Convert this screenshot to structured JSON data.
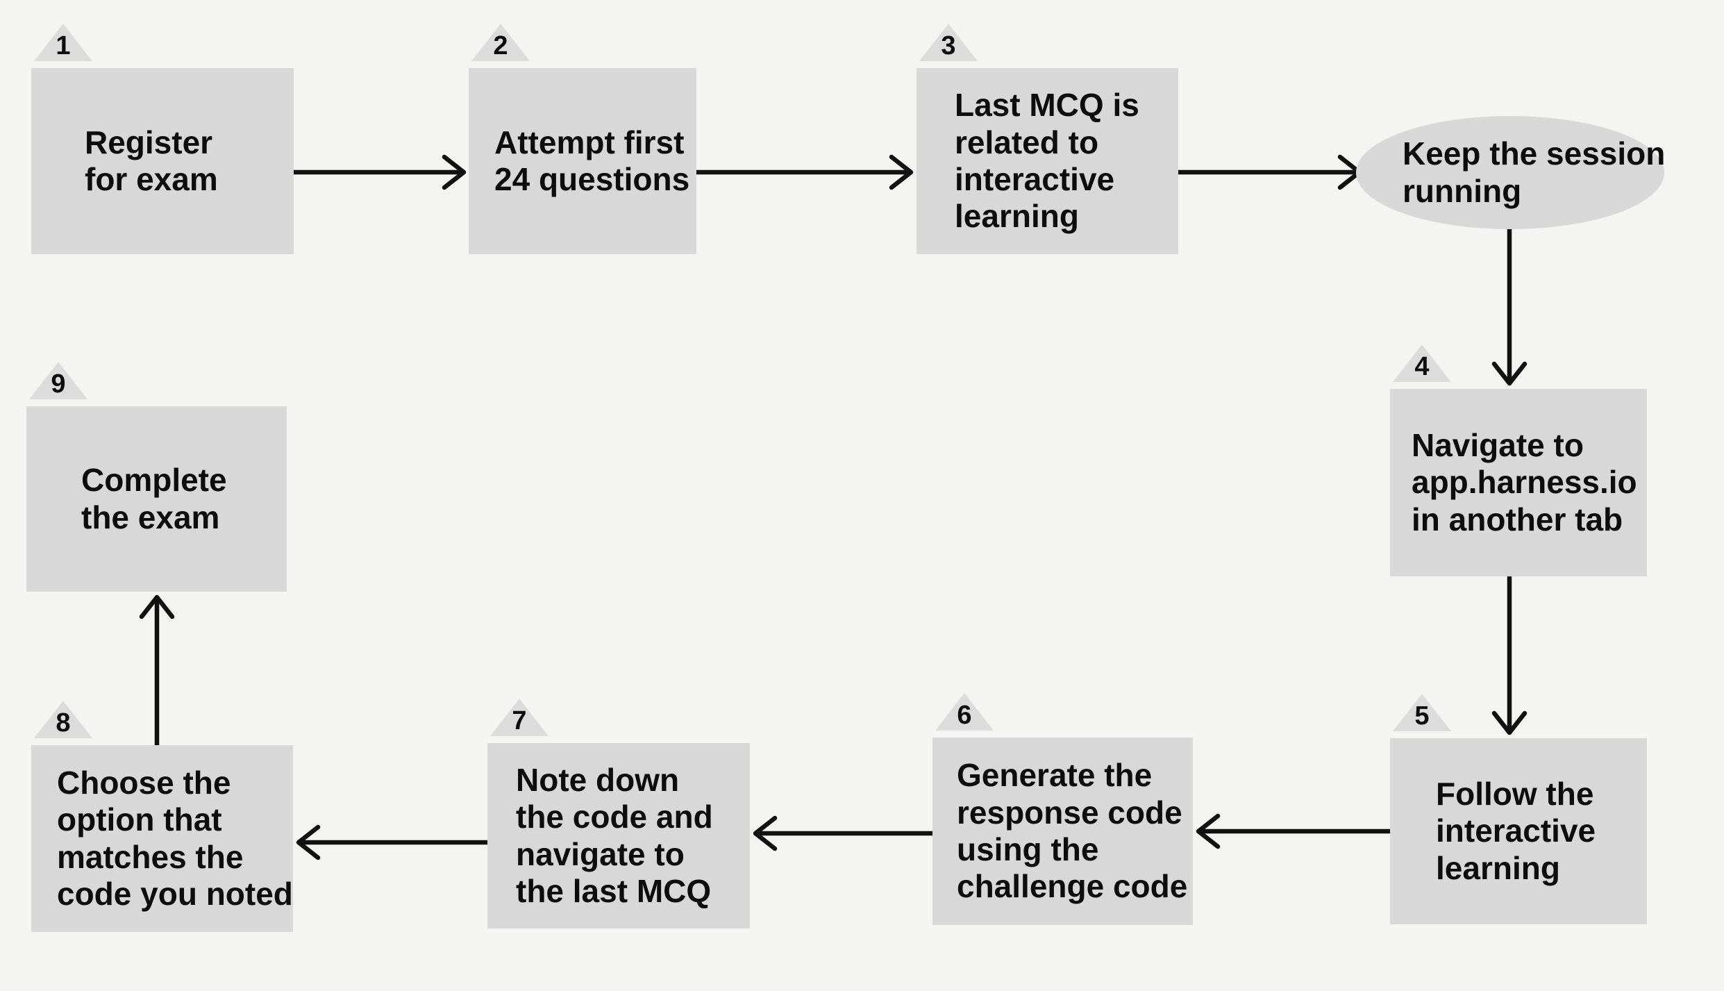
{
  "diagram": {
    "colors": {
      "background": "#f4f4f3",
      "node_fill": "#d8d8d8",
      "badge_fill": "#dcdcdc",
      "text": "#0d0d0d",
      "arrow": "#111111"
    },
    "steps": [
      {
        "number": "1",
        "shape": "rect",
        "label": "Register\nfor exam"
      },
      {
        "number": "2",
        "shape": "rect",
        "label": "Attempt first\n24 questions"
      },
      {
        "number": "3",
        "shape": "rect",
        "label": "Last MCQ is\nrelated to\ninteractive\nlearning"
      },
      {
        "number": "",
        "shape": "ellipse",
        "label": "Keep the session\nrunning"
      },
      {
        "number": "4",
        "shape": "rect",
        "label": "Navigate to\napp.harness.io\nin another tab"
      },
      {
        "number": "5",
        "shape": "rect",
        "label": "Follow the\ninteractive\nlearning"
      },
      {
        "number": "6",
        "shape": "rect",
        "label": "Generate the\nresponse code\nusing the\nchallenge code"
      },
      {
        "number": "7",
        "shape": "rect",
        "label": "Note down\nthe code and\nnavigate to\nthe last MCQ"
      },
      {
        "number": "8",
        "shape": "rect",
        "label": "Choose the\noption that\nmatches the\ncode you noted"
      },
      {
        "number": "9",
        "shape": "rect",
        "label": "Complete\nthe exam"
      }
    ]
  }
}
